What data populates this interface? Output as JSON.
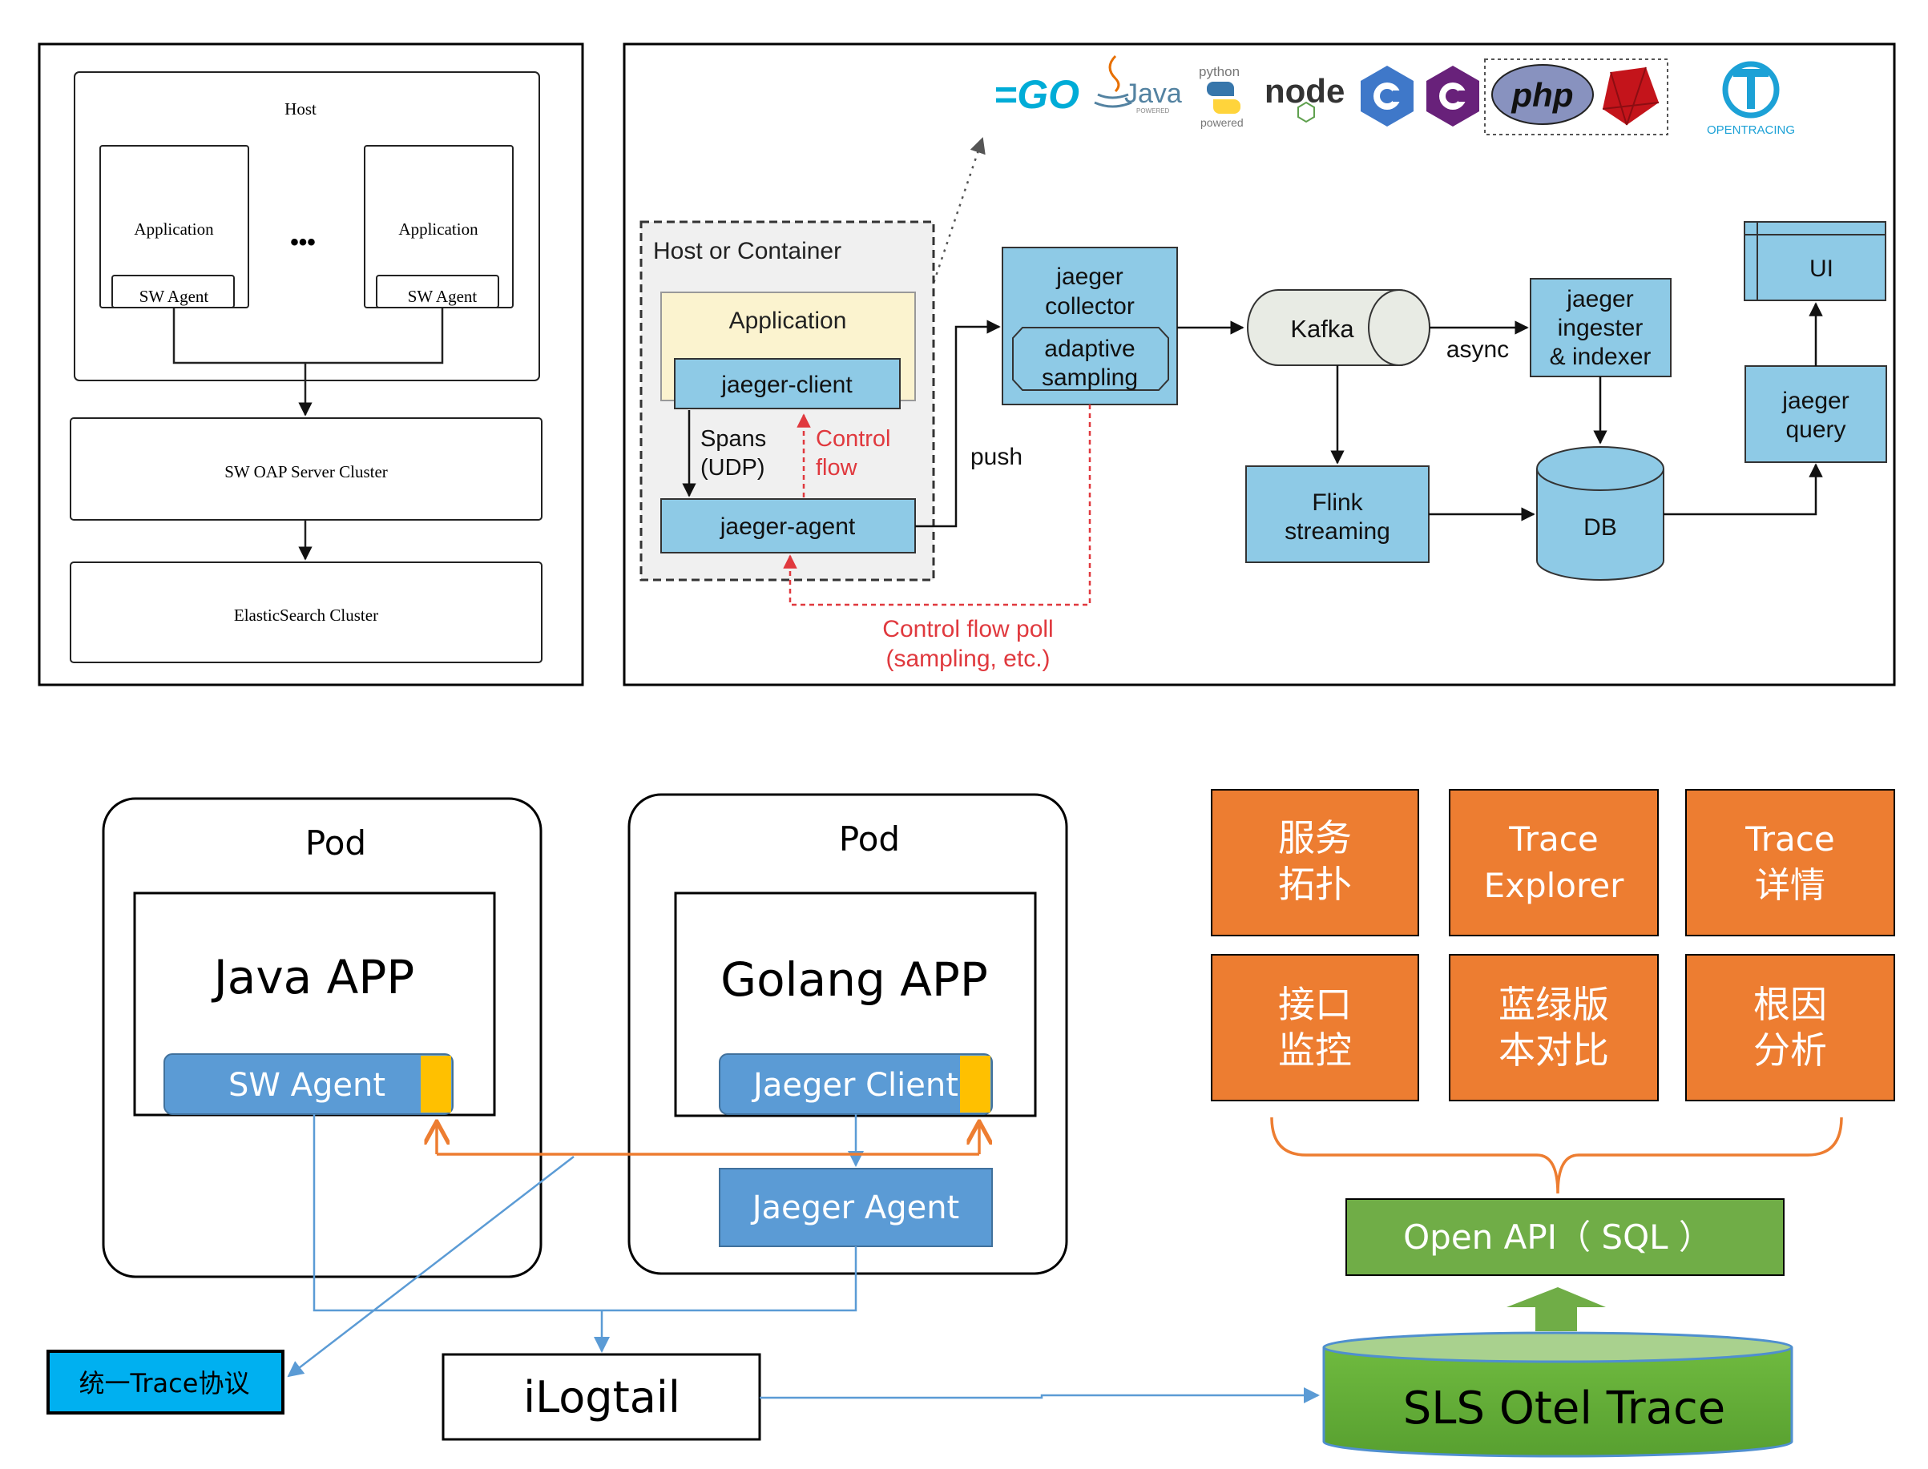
{
  "skywalking": {
    "host_label": "Host",
    "app_left_label": "Application",
    "app_right_label": "Application",
    "agent_left_label": "SW Agent",
    "agent_right_label": "SW Agent",
    "ellipsis": "•••",
    "oap_label": "SW OAP Server Cluster",
    "es_label": "ElasticSearch Cluster"
  },
  "jaeger": {
    "host_container_label": "Host or Container",
    "application_label": "Application",
    "client_label": "jaeger-client",
    "spans_line1": "Spans",
    "spans_line2": "(UDP)",
    "control_flow_line1": "Control",
    "control_flow_line2": "flow",
    "agent_label": "jaeger-agent",
    "push_label": "push",
    "collector_line1": "jaeger",
    "collector_line2": "collector",
    "sampling_line1": "adaptive",
    "sampling_line2": "sampling",
    "kafka_label": "Kafka",
    "async_label": "async",
    "ingester_line1": "jaeger",
    "ingester_line2": "ingester",
    "ingester_line3": "& indexer",
    "flink_line1": "Flink",
    "flink_line2": "streaming",
    "db_label": "DB",
    "ui_label": "UI",
    "query_line1": "jaeger",
    "query_line2": "query",
    "poll_line1": "Control flow poll",
    "poll_line2": "(sampling, etc.)",
    "logos": {
      "go": "=GO",
      "java": "Java",
      "java_sub": "POWERED",
      "python_top": "python",
      "python_bottom": "powered",
      "node": "node",
      "php": "php",
      "opentracing": "OPENTRACING"
    },
    "colors": {
      "box_fill": "#8ecae6",
      "app_fill": "#fbf3cf",
      "control_flow": "#e0393e"
    }
  },
  "architecture": {
    "pod_left_label": "Pod",
    "pod_right_label": "Pod",
    "java_app_label": "Java APP",
    "golang_app_label": "Golang APP",
    "sw_agent_label": "SW Agent",
    "jaeger_client_label": "Jaeger Client",
    "jaeger_agent_label": "Jaeger Agent",
    "unified_label": "统一Trace协议",
    "ilogtail_label": "iLogtail",
    "sls_label": "SLS Otel Trace",
    "open_api_label": "Open API（ SQL ）",
    "features": [
      {
        "line1": "服务",
        "line2": "拓扑"
      },
      {
        "line1": "Trace",
        "line2": "Explorer"
      },
      {
        "line1": "Trace",
        "line2": "详情"
      },
      {
        "line1": "接口",
        "line2": "监控"
      },
      {
        "line1": "蓝绿版",
        "line2": "本对比"
      },
      {
        "line1": "根因",
        "line2": "分析"
      }
    ],
    "colors": {
      "agent_blue": "#5b9bd5",
      "feature_orange": "#ed7d31",
      "api_green": "#70ad47",
      "unified_cyan": "#00b0f0",
      "yellow_tab": "#ffc000"
    }
  }
}
